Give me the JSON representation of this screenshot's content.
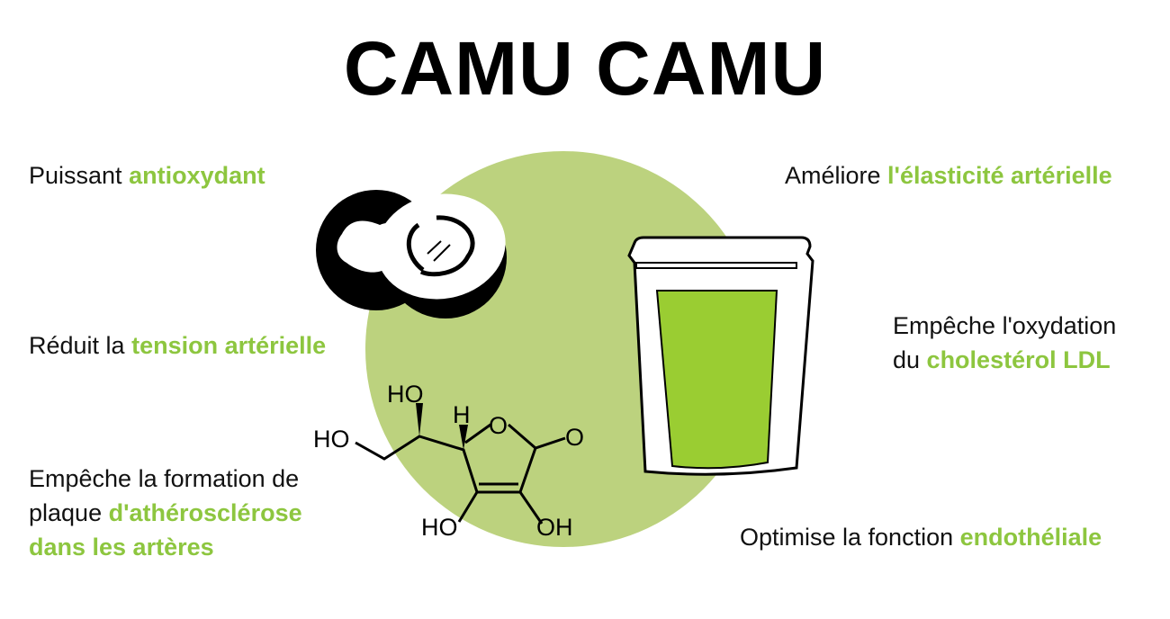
{
  "title": "CAMU CAMU",
  "colors": {
    "accent_text": "#8dc63f",
    "circle": "#bcd27e",
    "pouch_window": "#9acd32"
  },
  "benefits": [
    {
      "plain": "Puissant ",
      "highlight": "antioxydant"
    },
    {
      "plain": "Réduit la ",
      "highlight": "tension artérielle"
    },
    {
      "line1": "Empêche la formation de",
      "plain": "plaque ",
      "highlight": "d'athérosclérose",
      "highlight2": "dans les artères"
    },
    {
      "plain": "Améliore ",
      "highlight": "l'élasticité artérielle"
    },
    {
      "line1": "Empêche l'oxydation",
      "plain": "du ",
      "highlight": "cholestérol LDL"
    },
    {
      "plain": "Optimise la fonction ",
      "highlight": "endothéliale"
    }
  ],
  "molecule": {
    "labels": {
      "ho_top": "HO",
      "h": "H",
      "o_ring": "O",
      "o_carbonyl": "O",
      "ho_left": "HO",
      "ho_bottom": "HO",
      "oh_bottom": "OH"
    }
  },
  "icons": [
    "camu-fruit-icon",
    "ascorbic-acid-molecule",
    "powder-pouch-icon"
  ]
}
